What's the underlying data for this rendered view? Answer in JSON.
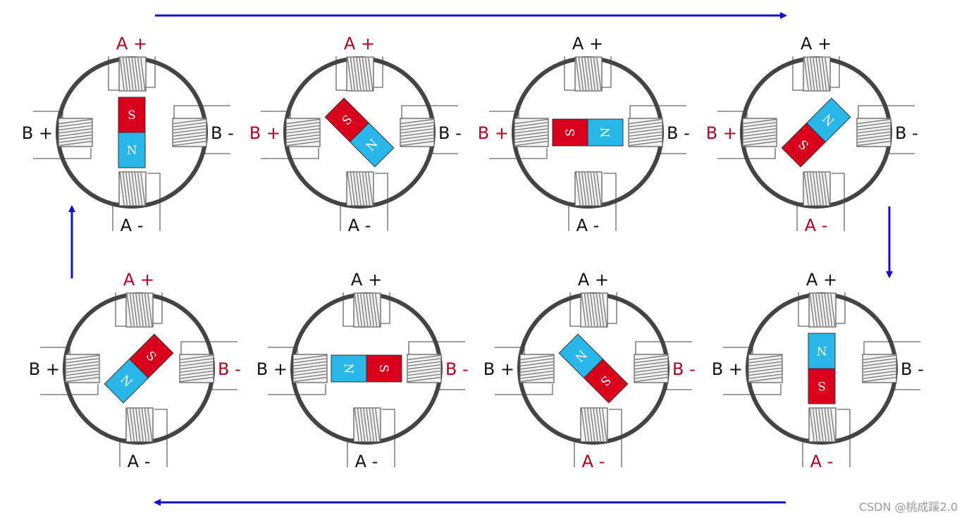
{
  "colors": {
    "energized": "#b5001f",
    "idle": "#111111",
    "magnet_s": "#d9001b",
    "magnet_n": "#29b6e8",
    "ring": "#444444",
    "arrow": "#1010cc"
  },
  "labels": {
    "a_plus": "A +",
    "a_minus": "A -",
    "b_plus": "B +",
    "b_minus": "B -"
  },
  "magnet": {
    "north": "N",
    "south": "S"
  },
  "states": [
    {
      "step": 1,
      "rotor_south_direction_deg": 0,
      "energized": [
        "a_plus"
      ]
    },
    {
      "step": 2,
      "rotor_south_direction_deg": -45,
      "energized": [
        "a_plus",
        "b_plus"
      ]
    },
    {
      "step": 3,
      "rotor_south_direction_deg": -90,
      "energized": [
        "b_plus"
      ]
    },
    {
      "step": 4,
      "rotor_south_direction_deg": -135,
      "energized": [
        "b_plus",
        "a_minus"
      ]
    },
    {
      "step": 5,
      "rotor_south_direction_deg": 180,
      "energized": [
        "a_minus"
      ]
    },
    {
      "step": 6,
      "rotor_south_direction_deg": 135,
      "energized": [
        "a_minus",
        "b_minus"
      ]
    },
    {
      "step": 7,
      "rotor_south_direction_deg": 90,
      "energized": [
        "b_minus"
      ]
    },
    {
      "step": 8,
      "rotor_south_direction_deg": 45,
      "energized": [
        "b_minus",
        "a_plus"
      ]
    }
  ],
  "watermark": "CSDN @桃成蹊2.0"
}
